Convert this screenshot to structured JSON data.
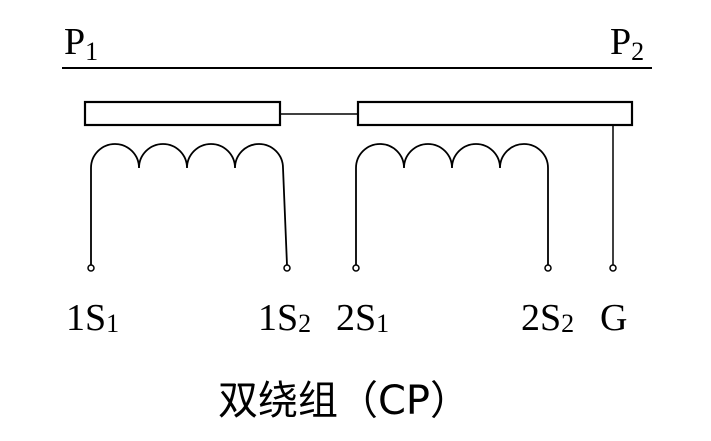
{
  "terminals": {
    "p1": {
      "main": "P",
      "sub": "1"
    },
    "p2": {
      "main": "P",
      "sub": "2"
    },
    "s1_start": {
      "main": "1S",
      "sub": "1"
    },
    "s1_end": {
      "main": "1S",
      "sub": "2"
    },
    "s2_start": {
      "main": "2S",
      "sub": "1"
    },
    "s2_end": {
      "main": "2S",
      "sub": "2"
    },
    "ground": {
      "main": "G"
    }
  },
  "caption": "双绕组（CP）"
}
